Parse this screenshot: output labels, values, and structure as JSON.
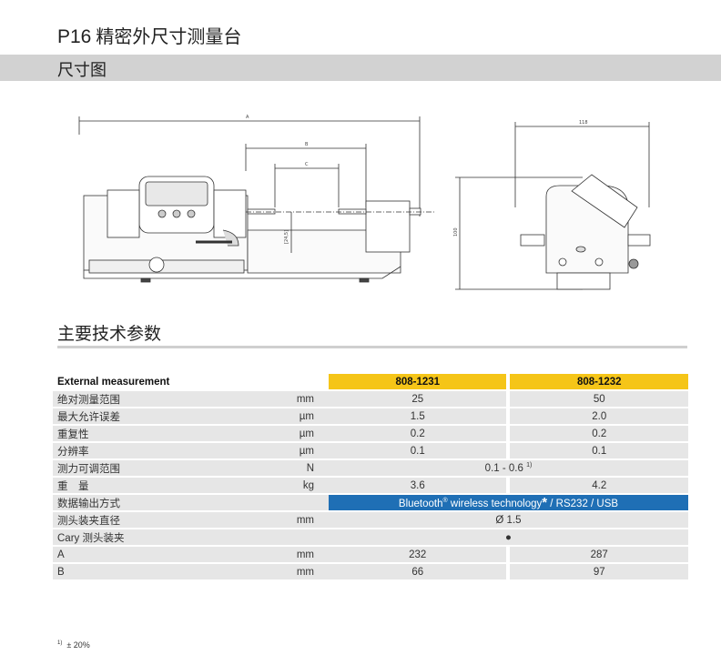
{
  "header": {
    "model": "P16",
    "title": "精密外尺寸测量台",
    "subtitle": "尺寸图"
  },
  "drawing": {
    "front_labels": {
      "A": "A",
      "B": "B",
      "C": "C",
      "height": "[24,5]"
    },
    "side_labels": {
      "width": "118",
      "height": "100"
    }
  },
  "specs": {
    "section_title": "主要技术参数",
    "table_title": "External measurement",
    "models": [
      "808-1231",
      "808-1232"
    ],
    "rows": [
      {
        "param": "绝对测量范围",
        "unit": "mm",
        "v1": "25",
        "v2": "50"
      },
      {
        "param": "最大允许误差",
        "unit": "µm",
        "v1": "1.5",
        "v2": "2.0"
      },
      {
        "param": "重复性",
        "unit": "µm",
        "v1": "0.2",
        "v2": "0.2"
      },
      {
        "param": "分辨率",
        "unit": "µm",
        "v1": "0.1",
        "v2": "0.1"
      },
      {
        "param": "测力可调范围",
        "unit": "N",
        "merged": "0.1 - 0.6",
        "merged_sup": "1)"
      },
      {
        "param": "重　量",
        "unit": "kg",
        "v1": "3.6",
        "v2": "4.2"
      },
      {
        "param": "数据输出方式",
        "unit": "",
        "merged_pre": "Bluetooth",
        "merged_reg": "®",
        "merged_mid": " wireless technology",
        "merged_star": "*",
        "merged_post": " / RS232 / USB"
      },
      {
        "param": "测头装夹直径",
        "unit": "mm",
        "merged": "Ø 1.5"
      },
      {
        "param": "Cary 测头装夹",
        "unit": "",
        "merged": "●"
      },
      {
        "param": "A",
        "unit": "mm",
        "v1": "232",
        "v2": "287"
      },
      {
        "param": "B",
        "unit": "mm",
        "v1": "66",
        "v2": "97"
      }
    ]
  },
  "footnote": {
    "mark": "1)",
    "text": "± 20%"
  }
}
